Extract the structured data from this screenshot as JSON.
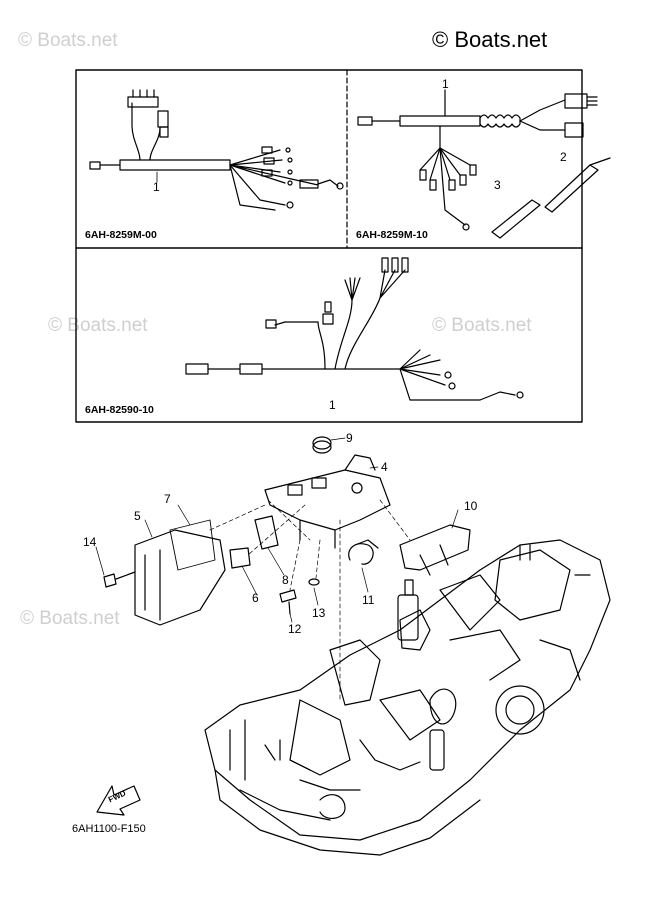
{
  "copyright": "© Boats.net",
  "watermark": "© Boats.net",
  "harness_panels": [
    {
      "code": "6AH-8259M-00",
      "callouts": [
        "1"
      ]
    },
    {
      "code": "6AH-8259M-10",
      "callouts": [
        "1",
        "2",
        "3"
      ]
    },
    {
      "code": "6AH-82590-10",
      "callouts": [
        "1"
      ]
    }
  ],
  "assembly_callouts": [
    "9",
    "4",
    "7",
    "10",
    "5",
    "14",
    "8",
    "6",
    "13",
    "11",
    "12"
  ],
  "fwd_label": "FWD",
  "diagram_code": "6AH1100-F150"
}
